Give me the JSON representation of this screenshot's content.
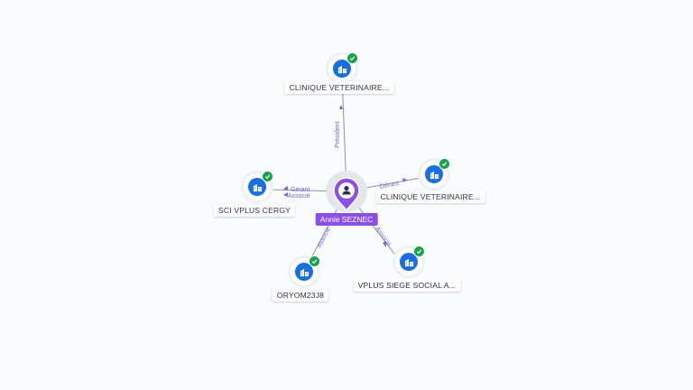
{
  "person": {
    "name": "Annie SEZNEC",
    "icon": "person-icon",
    "color": "#8b4fe8"
  },
  "companies": [
    {
      "label": "CLINIQUE VETERINAIRE...",
      "icon": "building-icon",
      "verified": true
    },
    {
      "label": "CLINIQUE VETERINAIRE...",
      "icon": "building-icon",
      "verified": true
    },
    {
      "label": "SCI VPLUS CERGY",
      "icon": "building-icon",
      "verified": true
    },
    {
      "label": "ORYOM23J8",
      "icon": "building-icon",
      "verified": true
    },
    {
      "label": "VPLUS SIEGE SOCIAL A...",
      "icon": "building-icon",
      "verified": true
    }
  ],
  "relations": [
    {
      "target": 0,
      "roles": [
        "Président"
      ]
    },
    {
      "target": 1,
      "roles": [
        "Gérant"
      ]
    },
    {
      "target": 2,
      "roles": [
        "Gérant",
        "Associé"
      ]
    },
    {
      "target": 3,
      "roles": [
        "Associé"
      ]
    },
    {
      "target": 4,
      "roles": [
        "Associé"
      ]
    }
  ],
  "colors": {
    "company": "#1a6fe0",
    "verified": "#17a34a",
    "edge": "#8b90a8",
    "edge_label": "#6c6fd4"
  }
}
